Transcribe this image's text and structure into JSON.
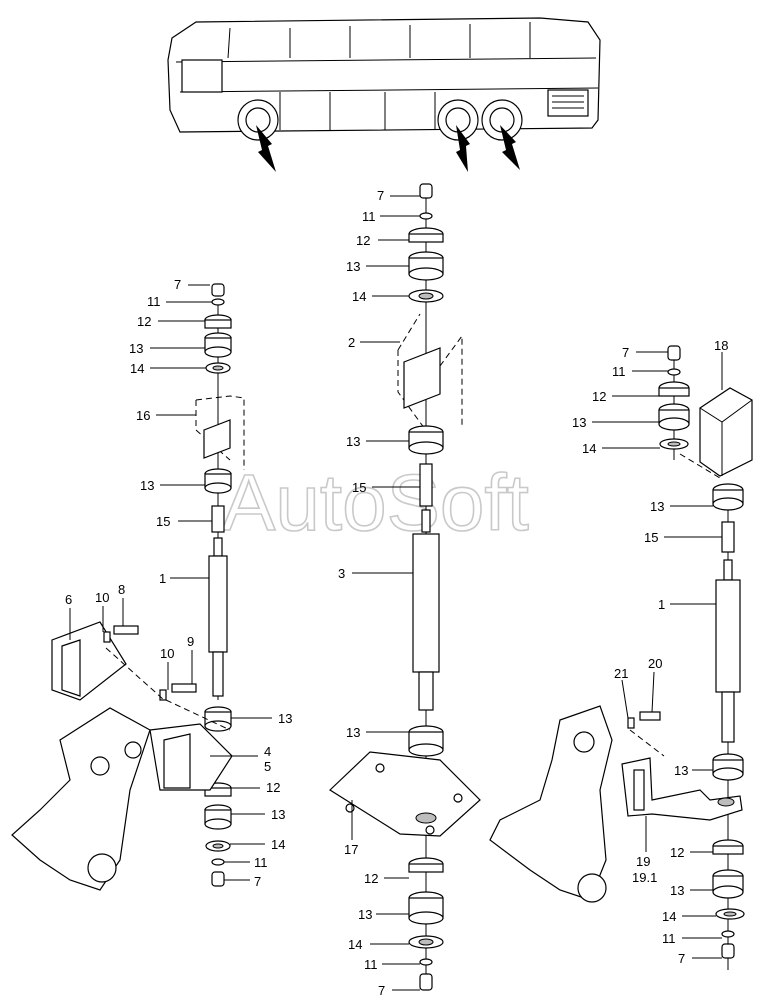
{
  "watermark": "AutoSoft",
  "callouts": {
    "left": [
      {
        "text": "7"
      },
      {
        "text": "11"
      },
      {
        "text": "12"
      },
      {
        "text": "13"
      },
      {
        "text": "14"
      },
      {
        "text": "16"
      },
      {
        "text": "13"
      },
      {
        "text": "15"
      },
      {
        "text": "1"
      },
      {
        "text": "6"
      },
      {
        "text": "10"
      },
      {
        "text": "8"
      },
      {
        "text": "10"
      },
      {
        "text": "9"
      },
      {
        "text": "13"
      },
      {
        "text": "4"
      },
      {
        "text": "5"
      },
      {
        "text": "12"
      },
      {
        "text": "13"
      },
      {
        "text": "14"
      },
      {
        "text": "11"
      },
      {
        "text": "7"
      }
    ],
    "center": [
      {
        "text": "7"
      },
      {
        "text": "11"
      },
      {
        "text": "12"
      },
      {
        "text": "13"
      },
      {
        "text": "14"
      },
      {
        "text": "2"
      },
      {
        "text": "13"
      },
      {
        "text": "15"
      },
      {
        "text": "3"
      },
      {
        "text": "13"
      },
      {
        "text": "17"
      },
      {
        "text": "12"
      },
      {
        "text": "13"
      },
      {
        "text": "14"
      },
      {
        "text": "11"
      },
      {
        "text": "7"
      }
    ],
    "right": [
      {
        "text": "7"
      },
      {
        "text": "18"
      },
      {
        "text": "11"
      },
      {
        "text": "12"
      },
      {
        "text": "13"
      },
      {
        "text": "14"
      },
      {
        "text": "13"
      },
      {
        "text": "15"
      },
      {
        "text": "1"
      },
      {
        "text": "21"
      },
      {
        "text": "20"
      },
      {
        "text": "13"
      },
      {
        "text": "19"
      },
      {
        "text": "19.1"
      },
      {
        "text": "12"
      },
      {
        "text": "13"
      },
      {
        "text": "14"
      },
      {
        "text": "11"
      },
      {
        "text": "7"
      }
    ]
  }
}
